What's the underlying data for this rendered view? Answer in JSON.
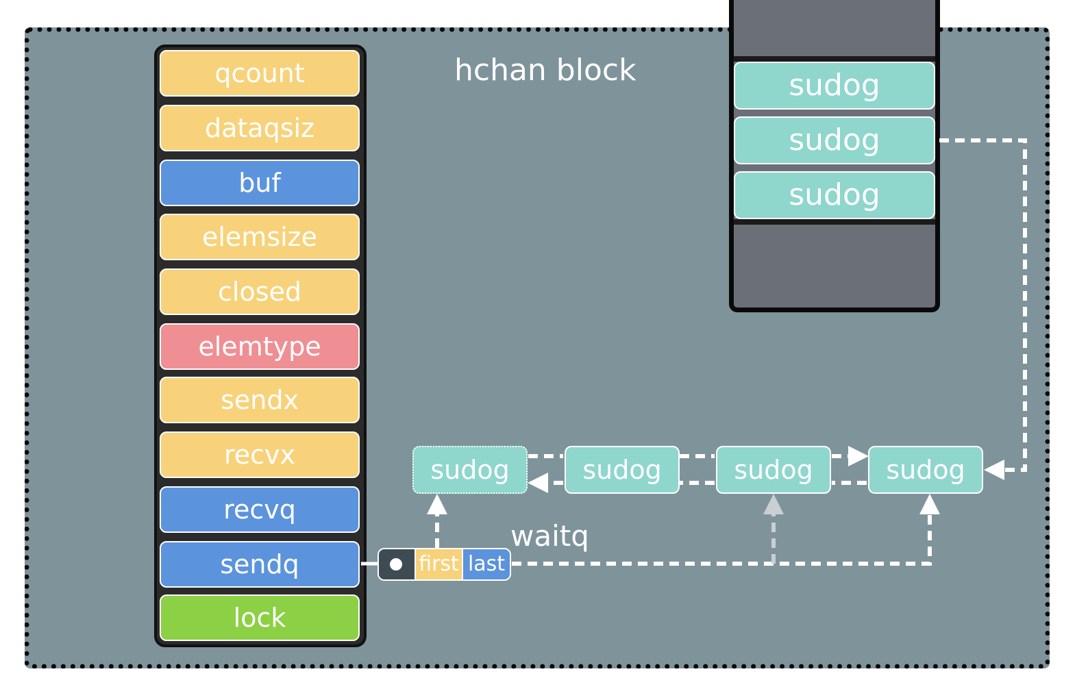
{
  "title": "hchan block",
  "colors": {
    "yellow_field": "#f7d27a",
    "blue_field": "#5b93dd",
    "red_field": "#ef8f93",
    "green_field": "#8cd045",
    "sudog": "#8fd6cd",
    "background": "#7f939b",
    "stack": "#6b6f78"
  },
  "hchan_fields": [
    {
      "name": "qcount",
      "color": "#f7d27a"
    },
    {
      "name": "dataqsiz",
      "color": "#f7d27a"
    },
    {
      "name": "buf",
      "color": "#5b93dd"
    },
    {
      "name": "elemsize",
      "color": "#f7d27a"
    },
    {
      "name": "closed",
      "color": "#f7d27a"
    },
    {
      "name": "elemtype",
      "color": "#ef8f93"
    },
    {
      "name": "sendx",
      "color": "#f7d27a"
    },
    {
      "name": "recvx",
      "color": "#f7d27a"
    },
    {
      "name": "recvq",
      "color": "#5b93dd"
    },
    {
      "name": "sendq",
      "color": "#5b93dd"
    },
    {
      "name": "lock",
      "color": "#8cd045"
    }
  ],
  "stack_sudogs": [
    "sudog",
    "sudog",
    "sudog"
  ],
  "queue_sudogs": [
    "sudog",
    "sudog",
    "sudog",
    "sudog"
  ],
  "waitq": {
    "label": "waitq",
    "first": "first",
    "last": "last"
  }
}
